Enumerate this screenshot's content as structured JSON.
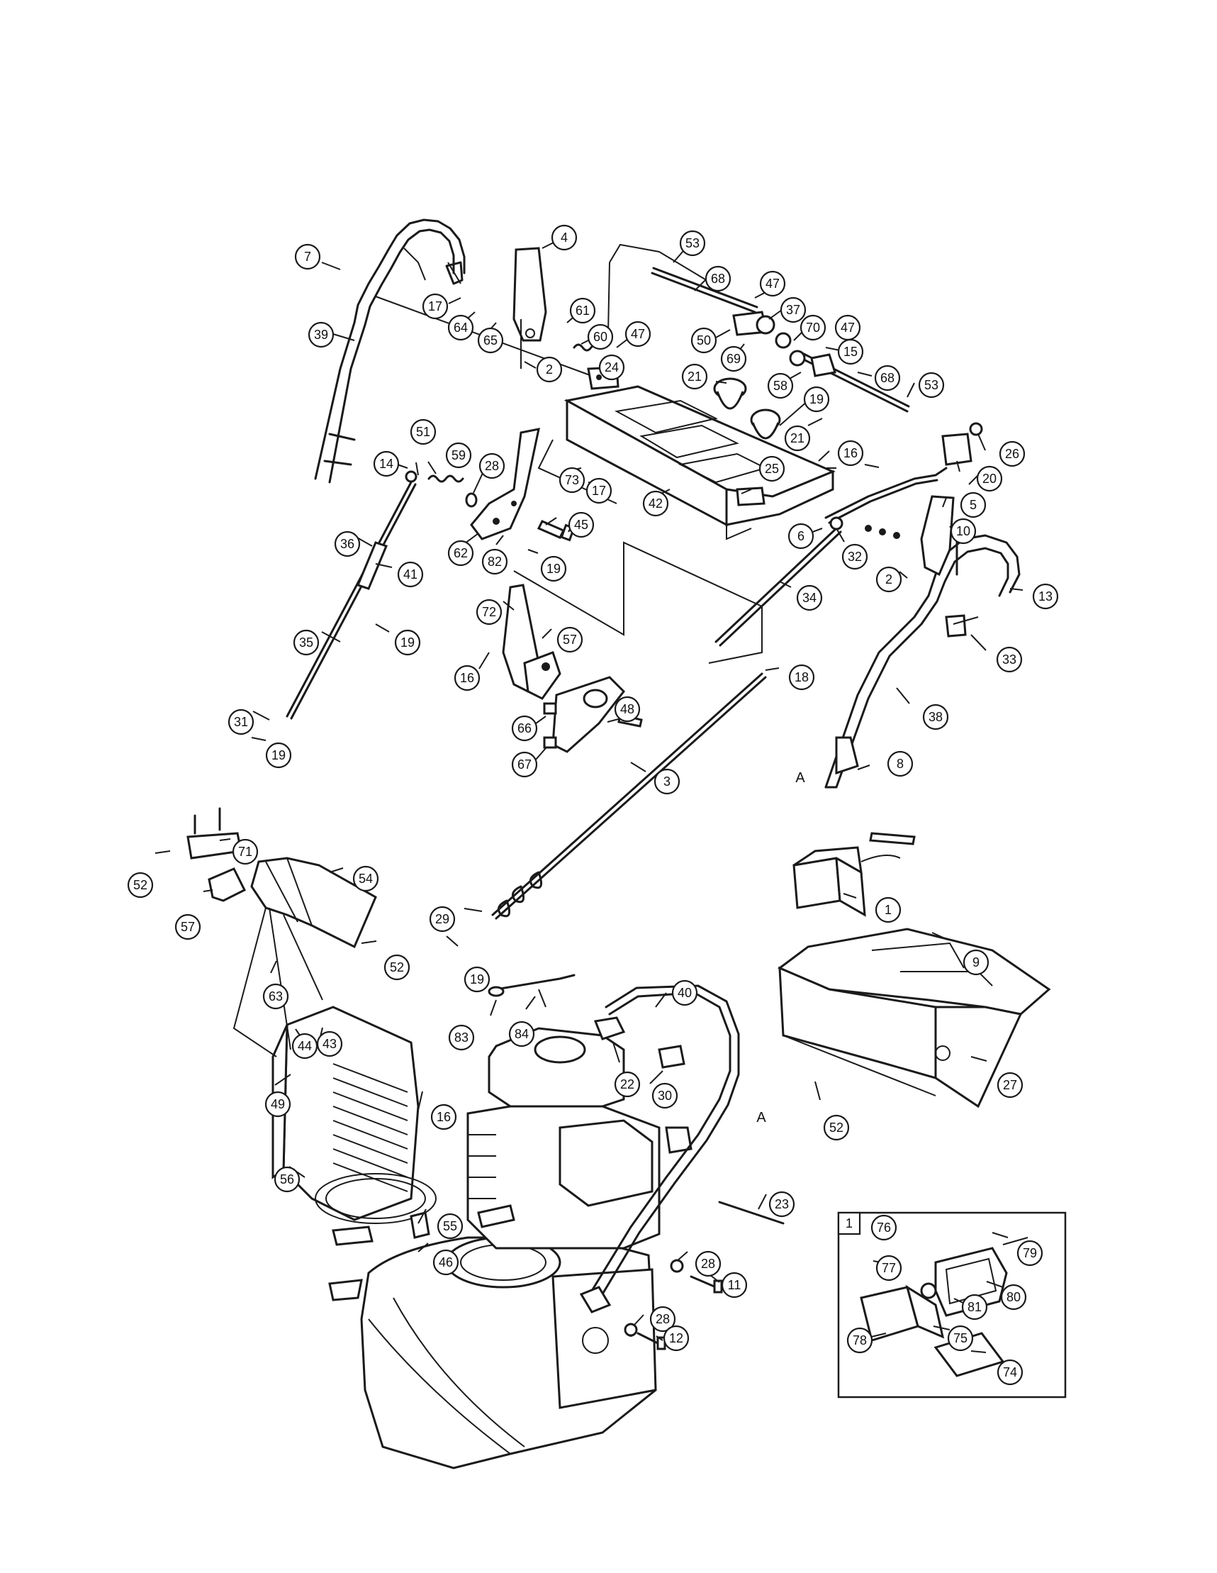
{
  "inset": {
    "label": "1"
  },
  "reference_marks": [
    {
      "id": "mark-a-upper",
      "text": "A"
    },
    {
      "id": "mark-a-lower",
      "text": "A"
    }
  ],
  "callouts": [
    {
      "id": "c7",
      "text": "7"
    },
    {
      "id": "c4",
      "text": "4"
    },
    {
      "id": "c53a",
      "text": "53"
    },
    {
      "id": "c68a",
      "text": "68"
    },
    {
      "id": "c47a",
      "text": "47"
    },
    {
      "id": "c37",
      "text": "37"
    },
    {
      "id": "c17a",
      "text": "17"
    },
    {
      "id": "c64",
      "text": "64"
    },
    {
      "id": "c65",
      "text": "65"
    },
    {
      "id": "c61",
      "text": "61"
    },
    {
      "id": "c60",
      "text": "60"
    },
    {
      "id": "c47b",
      "text": "47"
    },
    {
      "id": "c50",
      "text": "50"
    },
    {
      "id": "c70",
      "text": "70"
    },
    {
      "id": "c47c",
      "text": "47"
    },
    {
      "id": "c39",
      "text": "39"
    },
    {
      "id": "c2a",
      "text": "2"
    },
    {
      "id": "c24",
      "text": "24"
    },
    {
      "id": "c69",
      "text": "69"
    },
    {
      "id": "c15",
      "text": "15"
    },
    {
      "id": "c58",
      "text": "58"
    },
    {
      "id": "c68b",
      "text": "68"
    },
    {
      "id": "c53b",
      "text": "53"
    },
    {
      "id": "c21a",
      "text": "21"
    },
    {
      "id": "c19a",
      "text": "19"
    },
    {
      "id": "c21b",
      "text": "21"
    },
    {
      "id": "c51",
      "text": "51"
    },
    {
      "id": "c14",
      "text": "14"
    },
    {
      "id": "c59",
      "text": "59"
    },
    {
      "id": "c28a",
      "text": "28"
    },
    {
      "id": "c73",
      "text": "73"
    },
    {
      "id": "c17b",
      "text": "17"
    },
    {
      "id": "c25",
      "text": "25"
    },
    {
      "id": "c16a",
      "text": "16"
    },
    {
      "id": "c26",
      "text": "26"
    },
    {
      "id": "c20",
      "text": "20"
    },
    {
      "id": "c42",
      "text": "42"
    },
    {
      "id": "c5",
      "text": "5"
    },
    {
      "id": "c45",
      "text": "45"
    },
    {
      "id": "c10",
      "text": "10"
    },
    {
      "id": "c36",
      "text": "36"
    },
    {
      "id": "c62",
      "text": "62"
    },
    {
      "id": "c82",
      "text": "82"
    },
    {
      "id": "c19b",
      "text": "19"
    },
    {
      "id": "c6",
      "text": "6"
    },
    {
      "id": "c32",
      "text": "32"
    },
    {
      "id": "c41",
      "text": "41"
    },
    {
      "id": "c2b",
      "text": "2"
    },
    {
      "id": "c34",
      "text": "34"
    },
    {
      "id": "c13",
      "text": "13"
    },
    {
      "id": "c35",
      "text": "35"
    },
    {
      "id": "c19c",
      "text": "19"
    },
    {
      "id": "c72",
      "text": "72"
    },
    {
      "id": "c57a",
      "text": "57"
    },
    {
      "id": "c33",
      "text": "33"
    },
    {
      "id": "c16b",
      "text": "16"
    },
    {
      "id": "c18",
      "text": "18"
    },
    {
      "id": "c48",
      "text": "48"
    },
    {
      "id": "c31",
      "text": "31"
    },
    {
      "id": "c66",
      "text": "66"
    },
    {
      "id": "c38",
      "text": "38"
    },
    {
      "id": "c19d",
      "text": "19"
    },
    {
      "id": "c67",
      "text": "67"
    },
    {
      "id": "c3",
      "text": "3"
    },
    {
      "id": "c8",
      "text": "8"
    },
    {
      "id": "c71",
      "text": "71"
    },
    {
      "id": "c52a",
      "text": "52"
    },
    {
      "id": "c54",
      "text": "54"
    },
    {
      "id": "c1",
      "text": "1"
    },
    {
      "id": "c57b",
      "text": "57"
    },
    {
      "id": "c29",
      "text": "29"
    },
    {
      "id": "c9",
      "text": "9"
    },
    {
      "id": "c52b",
      "text": "52"
    },
    {
      "id": "c19e",
      "text": "19"
    },
    {
      "id": "c63",
      "text": "63"
    },
    {
      "id": "c40",
      "text": "40"
    },
    {
      "id": "c83",
      "text": "83"
    },
    {
      "id": "c84",
      "text": "84"
    },
    {
      "id": "c27",
      "text": "27"
    },
    {
      "id": "c44",
      "text": "44"
    },
    {
      "id": "c43",
      "text": "43"
    },
    {
      "id": "c22",
      "text": "22"
    },
    {
      "id": "c52c",
      "text": "52"
    },
    {
      "id": "c30",
      "text": "30"
    },
    {
      "id": "c49",
      "text": "49"
    },
    {
      "id": "c16c",
      "text": "16"
    },
    {
      "id": "c56",
      "text": "56"
    },
    {
      "id": "c23",
      "text": "23"
    },
    {
      "id": "c55",
      "text": "55"
    },
    {
      "id": "c76",
      "text": "76"
    },
    {
      "id": "c79",
      "text": "79"
    },
    {
      "id": "c46",
      "text": "46"
    },
    {
      "id": "c28b",
      "text": "28"
    },
    {
      "id": "c77",
      "text": "77"
    },
    {
      "id": "c11",
      "text": "11"
    },
    {
      "id": "c81",
      "text": "81"
    },
    {
      "id": "c80",
      "text": "80"
    },
    {
      "id": "c28c",
      "text": "28"
    },
    {
      "id": "c75",
      "text": "75"
    },
    {
      "id": "c12",
      "text": "12"
    },
    {
      "id": "c78",
      "text": "78"
    },
    {
      "id": "c74",
      "text": "74"
    }
  ]
}
